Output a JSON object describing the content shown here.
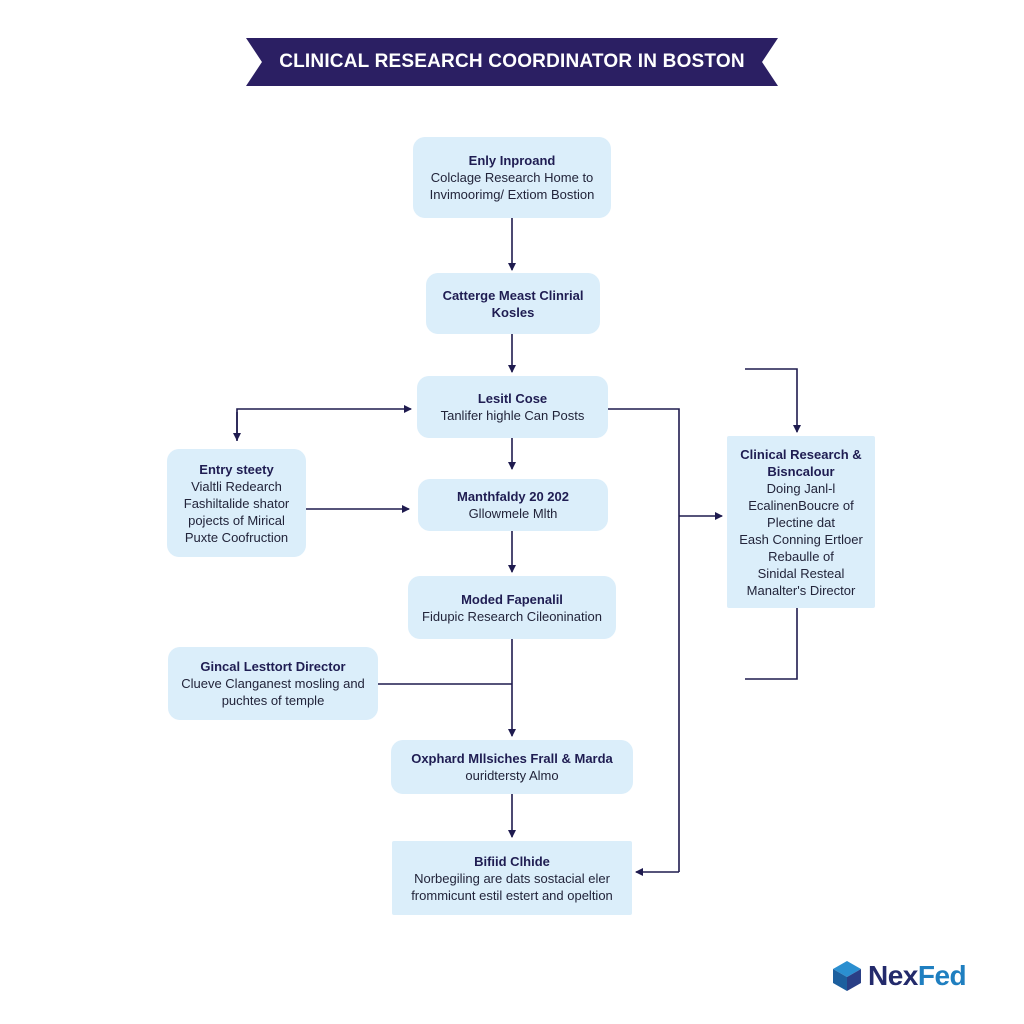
{
  "banner": {
    "title": "CLINICAL RESEARCH COORDINATOR IN BOSTON"
  },
  "nodes": {
    "n1": {
      "title": "Enly Inproand",
      "lines": [
        "Colclage Research Home to",
        "Invimoorimg/ Extiom Bostion"
      ]
    },
    "n2": {
      "title": "Cattergе Meast Clinrial",
      "lines": [
        "Koslеs"
      ]
    },
    "n3": {
      "title": "Lesitl Cose",
      "lines": [
        "Tanlifer highle Can Posts"
      ]
    },
    "n4": {
      "title": "Entry steety",
      "lines": [
        "Vialtli Redearch",
        "Fashiltalide shator",
        "pojects of Mirical",
        "Puxte Coofruction"
      ]
    },
    "n5": {
      "title": "Manthfaldy 20 202",
      "lines": [
        "Gllowmele Mlth"
      ]
    },
    "n6": {
      "title": "Moded Fapenalil",
      "lines": [
        "Fidupic Research Cileonination"
      ]
    },
    "n7": {
      "title": "Gincal Lesttort Director",
      "lines": [
        "Clueve Clanganest mosling and",
        "puchtes of temple"
      ]
    },
    "n8": {
      "title": "Oxphard Mllsiches Frall & Marda",
      "lines": [
        "ouridtersty Almo"
      ]
    },
    "n9": {
      "title": "Bifiid Clhide",
      "lines": [
        "Norbegiling are dats sostacial eler",
        "frommicunt estil estert and opeltion"
      ]
    },
    "n10": {
      "title": "Clinical Research &",
      "lines": [
        "Bisncalour",
        "Doing Janl-l",
        "EcalinenBoucre of",
        "Plectine dat",
        "Eash Conning Ertloer",
        "Rebaulle of",
        "Sinidal Resteal",
        "Manalter's Director"
      ]
    }
  },
  "logo": {
    "brand_part1": "Nex",
    "brand_part2": "Fed"
  },
  "colors": {
    "banner": "#2b1f63",
    "node_fill": "#dbeefa",
    "line": "#1f1b4f",
    "logo_dark": "#232a6b",
    "logo_blue": "#1f7fc0"
  }
}
